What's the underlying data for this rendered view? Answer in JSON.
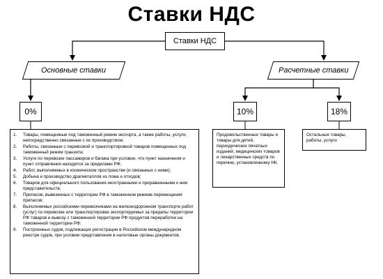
{
  "title": "Ставки НДС",
  "root": {
    "label": "Ставки НДС"
  },
  "categories": {
    "main": {
      "label": "Основные ставки"
    },
    "calc": {
      "label": "Расчетные ставки"
    }
  },
  "rates": {
    "r0": {
      "label": "0%"
    },
    "r10": {
      "label": "10%"
    },
    "r18": {
      "label": "18%"
    }
  },
  "details": {
    "d0": {
      "items": [
        {
          "num": "1.",
          "text": "Товары, помещенные под таможенный режим экспорта, а также работы, услуги, непосредственно связанные с их производством;"
        },
        {
          "num": "2.",
          "text": "Работы, связанные с перевозкой и транспортировкой товаров помещенных под таможенный режим транзита;"
        },
        {
          "num": "3.",
          "text": "Услуги по перевозке пассажиров и багажа при условии, что пункт назначения и пункт отправления находятся за пределами РФ;"
        },
        {
          "num": "4.",
          "text": "Работ, выполняемых в космическом пространстве (и связанных с ними);"
        },
        {
          "num": "5.",
          "text": "Добыча и производство драгметаллов из лома и отходов;"
        },
        {
          "num": "6.",
          "text": "Товаров для официального пользования иностранными и приравненными к ним представительств;"
        },
        {
          "num": "7.",
          "text": "Припасов, вывезенных с территории РФ в таможенном режиме перемещения припасов;"
        },
        {
          "num": "8.",
          "text": "Выполняемых российскими перевозчиками на железнодорожном транспорте работ (услуг) по перевозке или транспортировке экспортируемых за пределы территории РФ товаров и вывозу с таможенной территории РФ продуктов переработки на таможенной территории РФ;"
        },
        {
          "num": "9.",
          "text": "Построенных судов, подлежащих регистрации в Российском международном реестре судов, при условии представления в налоговые органы документов."
        }
      ]
    },
    "d10": {
      "text": "Продовольственные товары и товары для детей, периодических печатных изданий, медицинских товаров и лекарственных средств по перечню, установленному НК."
    },
    "d18": {
      "text": "Остальные товары, работы, услуги"
    }
  }
}
